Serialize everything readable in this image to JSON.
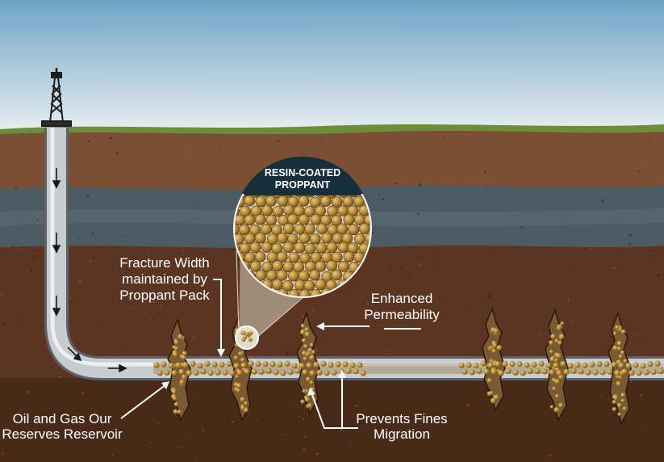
{
  "colors": {
    "sky_top": "#7fb0cf",
    "sky_bottom": "#e8f0f2",
    "grass": "#6f8f3a",
    "topsoil": "#7a5034",
    "shale": "#4d5a63",
    "reservoir": "#5a3520",
    "deep": "#3f2414",
    "pipe": "#c9cdd0",
    "proppant": "#b38a3a",
    "label_bg": "#16303d"
  },
  "magnifier": {
    "title_line1": "RESIN-COATED",
    "title_line2": "PROPPANT"
  },
  "labels": {
    "fracture_width": [
      "Fracture Width",
      "maintained by",
      "Proppant Pack"
    ],
    "enhanced_permeability": [
      "Enhanced",
      "Permeability"
    ],
    "oil_gas": [
      "Oil and Gas Our",
      "Reserves Reservoir"
    ],
    "prevents_fines": [
      "Prevents Fines",
      "Migration"
    ]
  },
  "icons": [
    "drilling-rig-icon",
    "flow-arrow-icon"
  ]
}
